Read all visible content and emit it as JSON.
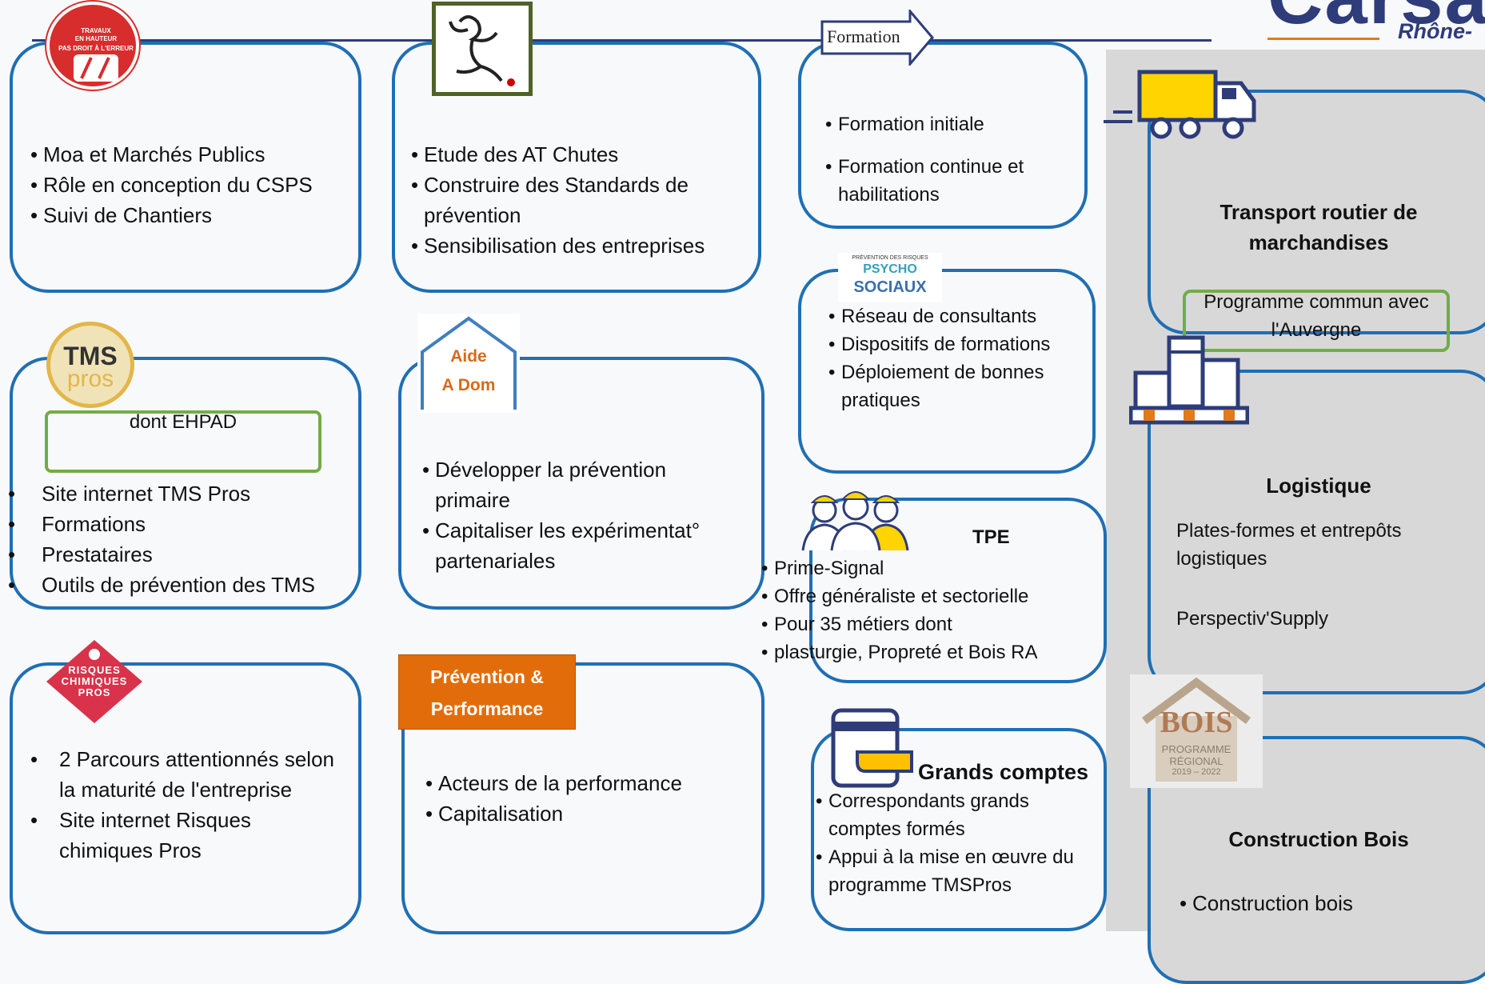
{
  "header": {
    "logo_text": "Carsat",
    "logo_region": "Rhône-"
  },
  "cards": {
    "hauteur": {
      "icon_text": [
        "TRAVAUX",
        "EN HAUTEUR",
        "PAS DROIT À L'ERREUR"
      ],
      "items": [
        "Moa et Marchés Publics",
        "Rôle en conception du CSPS",
        "Suivi de Chantiers"
      ]
    },
    "chutes": {
      "items": [
        "Etude des AT Chutes",
        "Construire des Standards de prévention",
        "Sensibilisation des entreprises"
      ]
    },
    "formation": {
      "arrow_label": "Formation",
      "items": [
        "Formation initiale",
        "Formation continue et habilitations"
      ]
    },
    "rps": {
      "logo_lines": [
        "PRÉVENTION DES RISQUES",
        "PSYCHO",
        "SOCIAUX"
      ],
      "items": [
        "Réseau de consultants",
        "Dispositifs de formations",
        "Déploiement de bonnes pratiques"
      ]
    },
    "tms": {
      "logo_top": "TMS",
      "logo_bottom": "pros",
      "green_label": "dont EHPAD",
      "items": [
        "Site internet TMS Pros",
        "Formations",
        "Prestataires",
        "Outils de prévention des TMS"
      ]
    },
    "aidedom": {
      "logo_lines": [
        "Aide",
        "A Dom"
      ],
      "items": [
        "Développer la prévention primaire",
        "Capitaliser les expérimentat° partenariales"
      ]
    },
    "tpe": {
      "title": "TPE",
      "items": [
        "Prime-Signal",
        "Offre généraliste et sectorielle",
        "Pour 35 métiers dont",
        "plasturgie, Propreté et Bois RA"
      ]
    },
    "risques": {
      "logo_lines": [
        "RISQUES",
        "CHIMIQUES",
        "PROS"
      ],
      "items": [
        "2 Parcours attentionnés selon la maturité de l'entreprise",
        "Site internet Risques chimiques Pros"
      ]
    },
    "perf": {
      "badge_lines": [
        "Prévention &",
        "Performance"
      ],
      "items": [
        "Acteurs de la performance",
        "Capitalisation"
      ]
    },
    "grands": {
      "title": "Grands comptes",
      "items": [
        "Correspondants grands comptes formés",
        "Appui à la mise en œuvre du programme TMSPros"
      ]
    },
    "transport": {
      "title": "Transport routier de marchandises",
      "green_label": "Programme commun avec l'Auvergne"
    },
    "logistique": {
      "title": "Logistique",
      "line1": "Plates-formes et entrepôts logistiques",
      "line2": "Perspectiv'Supply"
    },
    "bois": {
      "logo_lines": [
        "BOIS",
        "PROGRAMME",
        "RÉGIONAL",
        "2019 – 2022"
      ],
      "title": "Construction Bois",
      "items": [
        "Construction bois"
      ]
    }
  },
  "colors": {
    "card_border": "#1f6fb4",
    "green": "#70ad47",
    "orange": "#e36c0a",
    "navy": "#2e3c7a",
    "panel": "#d8d8d8"
  }
}
